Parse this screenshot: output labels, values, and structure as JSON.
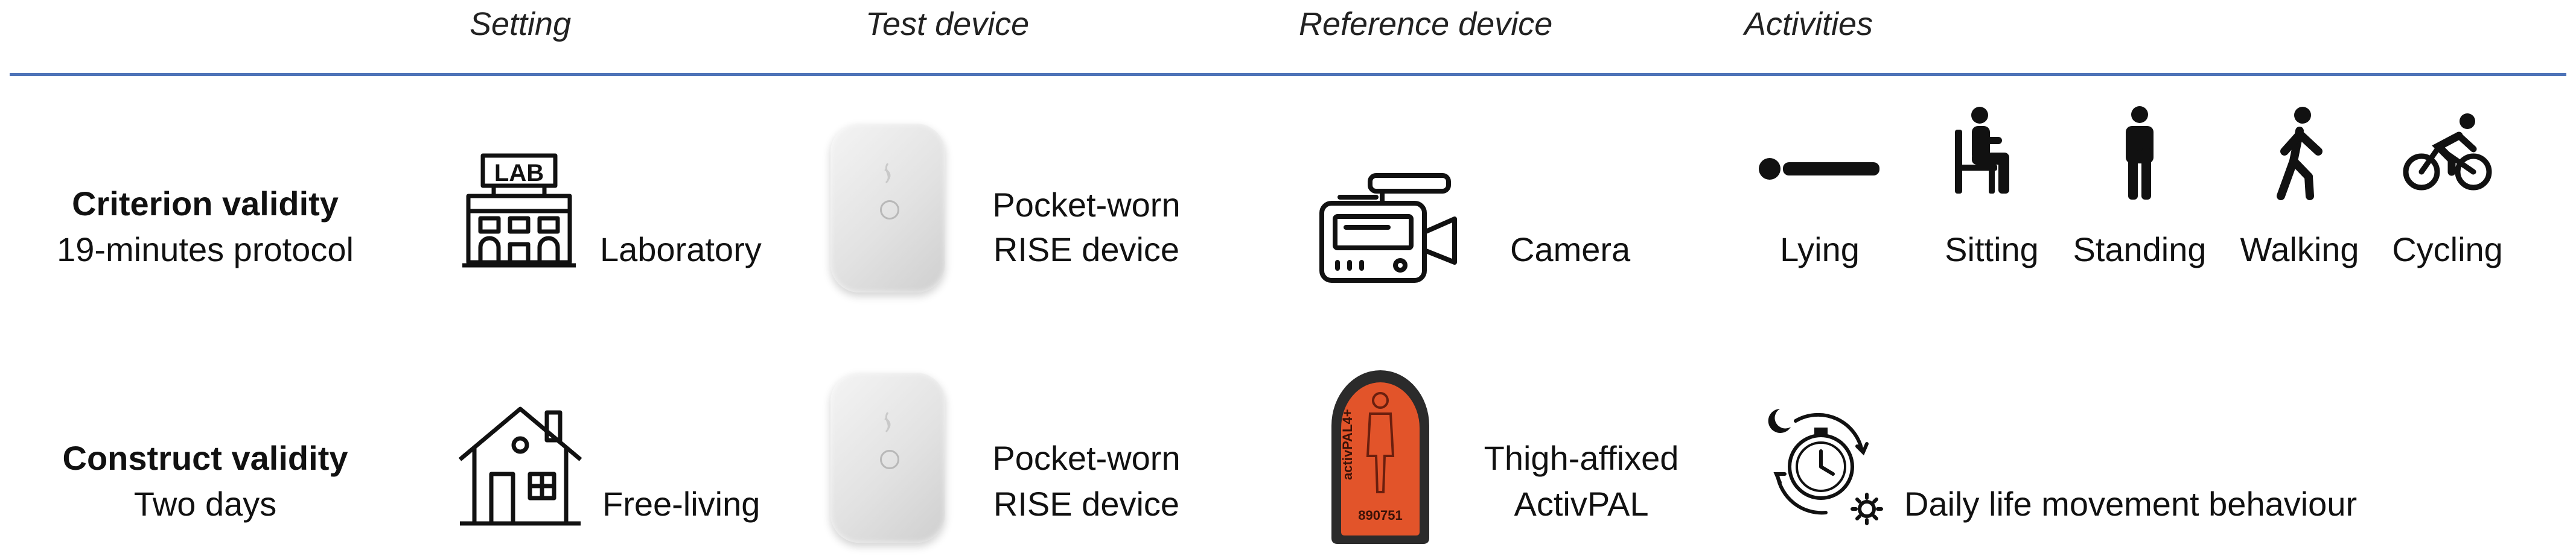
{
  "headers": {
    "setting": "Setting",
    "test_device": "Test device",
    "reference_device": "Reference device",
    "activities": "Activities"
  },
  "rows": [
    {
      "title": "Criterion validity",
      "subtitle": "19-minutes protocol",
      "setting_icon": "laboratory-building-icon",
      "setting": "Laboratory",
      "test_device_line1": "Pocket-worn",
      "test_device_line2": "RISE device",
      "reference_icon": "video-camera-icon",
      "reference_line1": "Camera",
      "reference_line2": "",
      "activities": [
        {
          "icon": "lying-person-icon",
          "label": "Lying"
        },
        {
          "icon": "sitting-person-icon",
          "label": "Sitting"
        },
        {
          "icon": "standing-person-icon",
          "label": "Standing"
        },
        {
          "icon": "walking-person-icon",
          "label": "Walking"
        },
        {
          "icon": "cycling-person-icon",
          "label": "Cycling"
        }
      ]
    },
    {
      "title": "Construct validity",
      "subtitle": "Two days",
      "setting_icon": "house-icon",
      "setting": "Free-living",
      "test_device_line1": "Pocket-worn",
      "test_device_line2": "RISE device",
      "reference_icon": "activpal-sensor",
      "reference_line1": "Thigh-affixed",
      "reference_line2": "ActivPAL",
      "activities_text": "Daily life movement behaviour",
      "activities_icon": "day-night-clock-icon",
      "activpal_label": "activPAL4+",
      "activpal_serial": "890751"
    }
  ],
  "colors": {
    "rule": "#4f74b8",
    "activpal_body": "#e2542a",
    "activpal_frame": "#2b2b2b",
    "icon": "#111111"
  }
}
